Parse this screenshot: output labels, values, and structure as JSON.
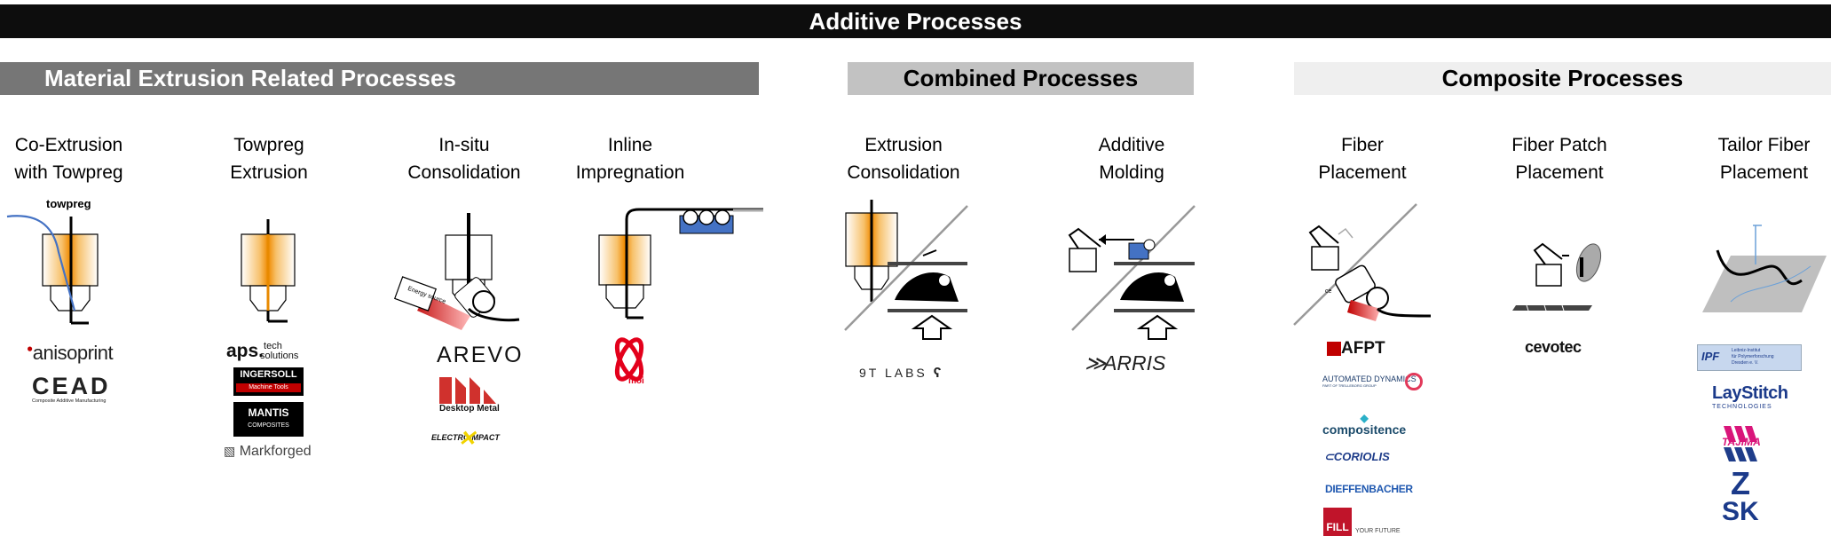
{
  "page_title": "Additive Processes",
  "sections": {
    "material": "Material Extrusion Related Processes",
    "combined": "Combined Processes",
    "composite": "Composite Processes"
  },
  "columns": [
    {
      "line1": "Co-Extrusion",
      "line2": "with Towpreg"
    },
    {
      "line1": "Towpreg",
      "line2": "Extrusion"
    },
    {
      "line1": "In-situ",
      "line2": "Consolidation"
    },
    {
      "line1": "Inline",
      "line2": "Impregnation"
    },
    {
      "line1": "Extrusion",
      "line2": "Consolidation"
    },
    {
      "line1": "Additive",
      "line2": "Molding"
    },
    {
      "line1": "Fiber",
      "line2": "Placement"
    },
    {
      "line1": "Fiber Patch",
      "line2": "Placement"
    },
    {
      "line1": "Tailor Fiber",
      "line2": "Placement"
    }
  ],
  "illustration_labels": {
    "towpreg": "towpreg",
    "energy_source": "Energy source",
    "ce": "ce"
  },
  "companies": {
    "anisoprint": "anisoprint",
    "cead": "CEAD",
    "cead_sub": "Composite Additive Manufacturing",
    "aps_main": "aps.",
    "aps_tech": "tech",
    "aps_solutions": "solutions",
    "ingersoll": "INGERSOLL",
    "ingersoll_sub": "Machine Tools",
    "mantis": "MANTIS",
    "mantis_sub": "COMPOSITES",
    "markforged": "Markforged",
    "arevo": "AREVO",
    "desktop_metal": "Desktop Metal",
    "electroimpact": "ELECTROIMPACT",
    "moi": "moi",
    "ninet_labs": "9T LABS",
    "arris": "ARRIS",
    "afpt": "AFPT",
    "automated_dynamics": "AUTOMATED DYNAMICS",
    "automated_dynamics_sub": "PART OF TRELLEBORG GROUP",
    "compositence": "compositence",
    "coriolis": "CORIOLIS",
    "dieffenbacher": "DIEFFENBACHER",
    "fill": "FILL",
    "fill_sub": "YOUR FUTURE",
    "cevotec": "cevotec",
    "ipf": "IPF",
    "ipf_sub1": "Leibniz-Institut",
    "ipf_sub2": "für Polymerforschung",
    "ipf_sub3": "Dresden e. V.",
    "laystitch": "LayStitch",
    "laystitch_sub": "TECHNOLOGIES",
    "tajima": "TAJIMA",
    "zsk_1": "Z",
    "zsk_2": "SK"
  },
  "colors": {
    "title_bar": "#0d0d0d",
    "section_material": "#767676",
    "section_combined": "#c2c2c2",
    "section_composite": "#efefef",
    "fiber_blue": "#4472c4",
    "heat_orange": "#f5a623",
    "energy_red": "#c00000"
  }
}
